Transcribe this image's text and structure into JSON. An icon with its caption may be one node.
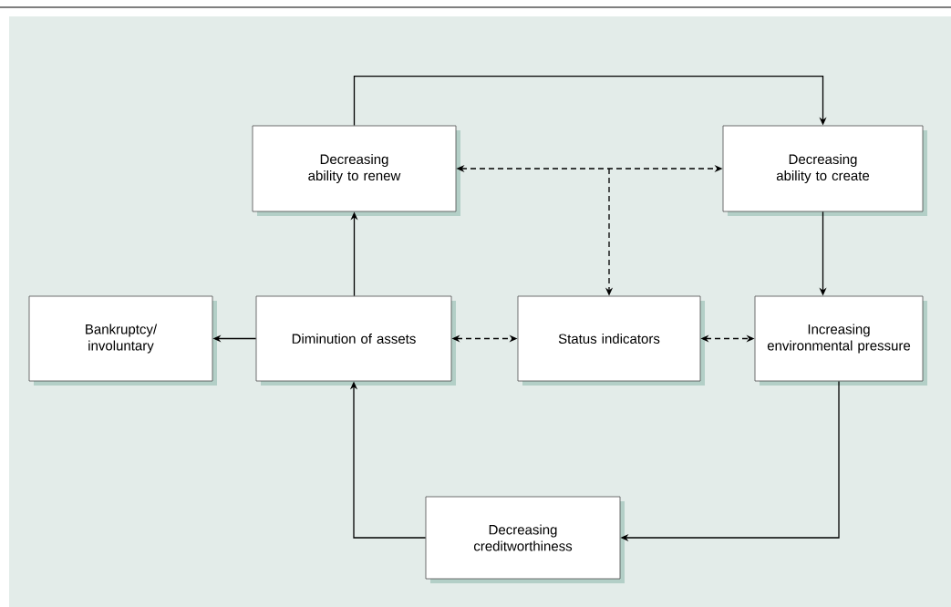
{
  "diagram": {
    "nodes": [
      {
        "text": [
          "Decreasing ability to renew"
        ]
      },
      {
        "text": [
          "Decreasing ability to create"
        ]
      },
      {
        "text": [
          "Bankruptcy/ involuntary"
        ]
      },
      {
        "text": [
          "Diminution of assets"
        ]
      },
      {
        "text": [
          "Status indicators"
        ]
      },
      {
        "text": [
          "Increasing environmental pressure"
        ]
      },
      {
        "text": [
          "Decreasing creditworthiness"
        ]
      }
    ],
    "edges": [
      {
        "from": 0,
        "to": 1,
        "arrow": "to"
      },
      {
        "from": 1,
        "to": 5,
        "arrow": "to"
      },
      {
        "from": 3,
        "to": 0,
        "arrow": "to"
      },
      {
        "from": 3,
        "to": 2,
        "arrow": "to"
      },
      {
        "from": 3,
        "to": 4,
        "arrow": "both",
        "style": "dashed"
      },
      {
        "from": 4,
        "to": 5,
        "arrow": "both",
        "style": "dashed"
      },
      {
        "from": 4,
        "to": 0,
        "arrow": "both",
        "style": "dashed"
      },
      {
        "from": 4,
        "to": 1,
        "arrow": "both",
        "style": "dashed"
      },
      {
        "from": 5,
        "to": 6,
        "arrow": "to"
      },
      {
        "from": 6,
        "to": 3,
        "arrow": "to"
      }
    ]
  }
}
